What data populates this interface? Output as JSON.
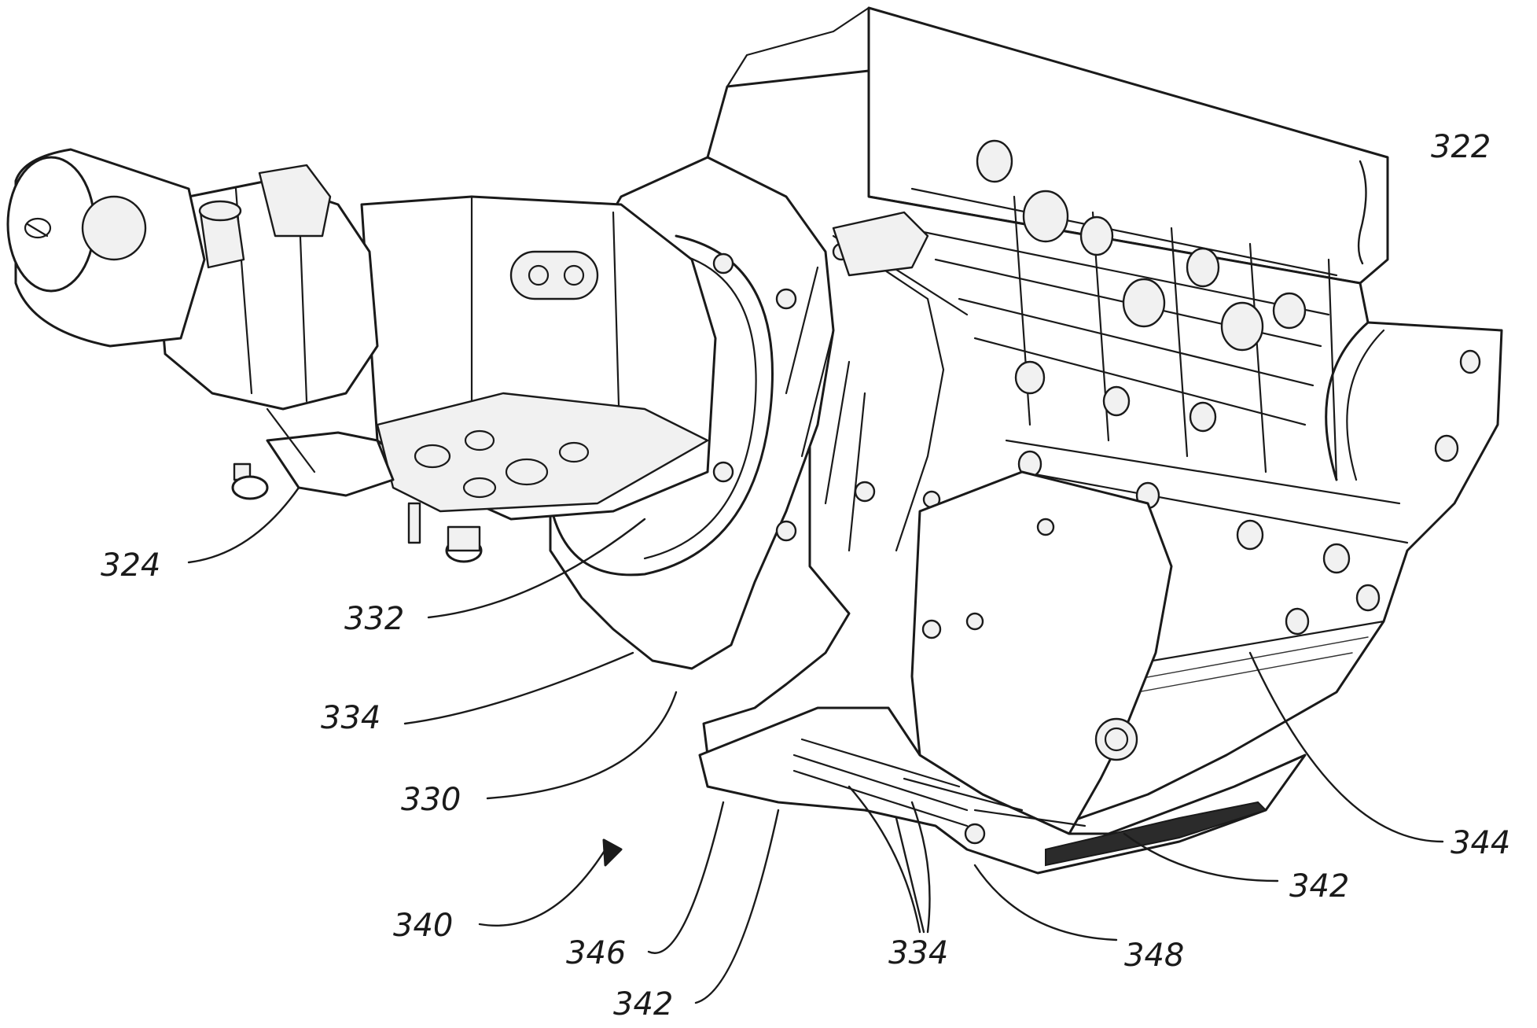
{
  "figure": {
    "callouts": [
      {
        "id": "322",
        "text": "322"
      },
      {
        "id": "324",
        "text": "324"
      },
      {
        "id": "332",
        "text": "332"
      },
      {
        "id": "334a",
        "text": "334"
      },
      {
        "id": "330",
        "text": "330"
      },
      {
        "id": "340",
        "text": "340"
      },
      {
        "id": "346",
        "text": "346"
      },
      {
        "id": "342a",
        "text": "342"
      },
      {
        "id": "334b",
        "text": "334"
      },
      {
        "id": "348",
        "text": "348"
      },
      {
        "id": "342b",
        "text": "342"
      },
      {
        "id": "344",
        "text": "344"
      }
    ]
  },
  "colors": {
    "ink": "#1a1a1a",
    "paper": "#ffffff"
  }
}
